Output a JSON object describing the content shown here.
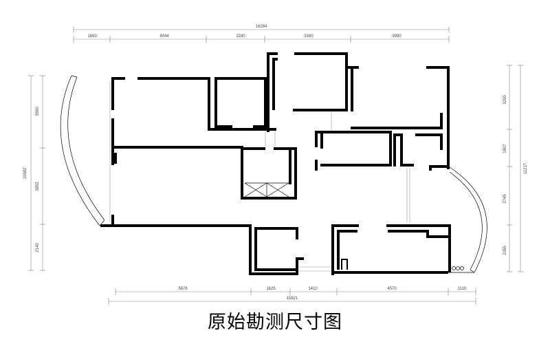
{
  "title": "原始勘测尺寸图",
  "dims": {
    "top_total": "16284",
    "top": [
      "1650",
      "4044",
      "2240",
      "3160",
      "3990"
    ],
    "left_total": "10582",
    "left": [
      "3590",
      "3852",
      "2140"
    ],
    "right_total": "11217",
    "right": [
      "3200",
      "1807",
      "2745",
      "2265"
    ],
    "bottom": [
      "5876",
      "1625",
      "1410",
      "4570",
      "1110"
    ],
    "bottom_total": "15821"
  }
}
